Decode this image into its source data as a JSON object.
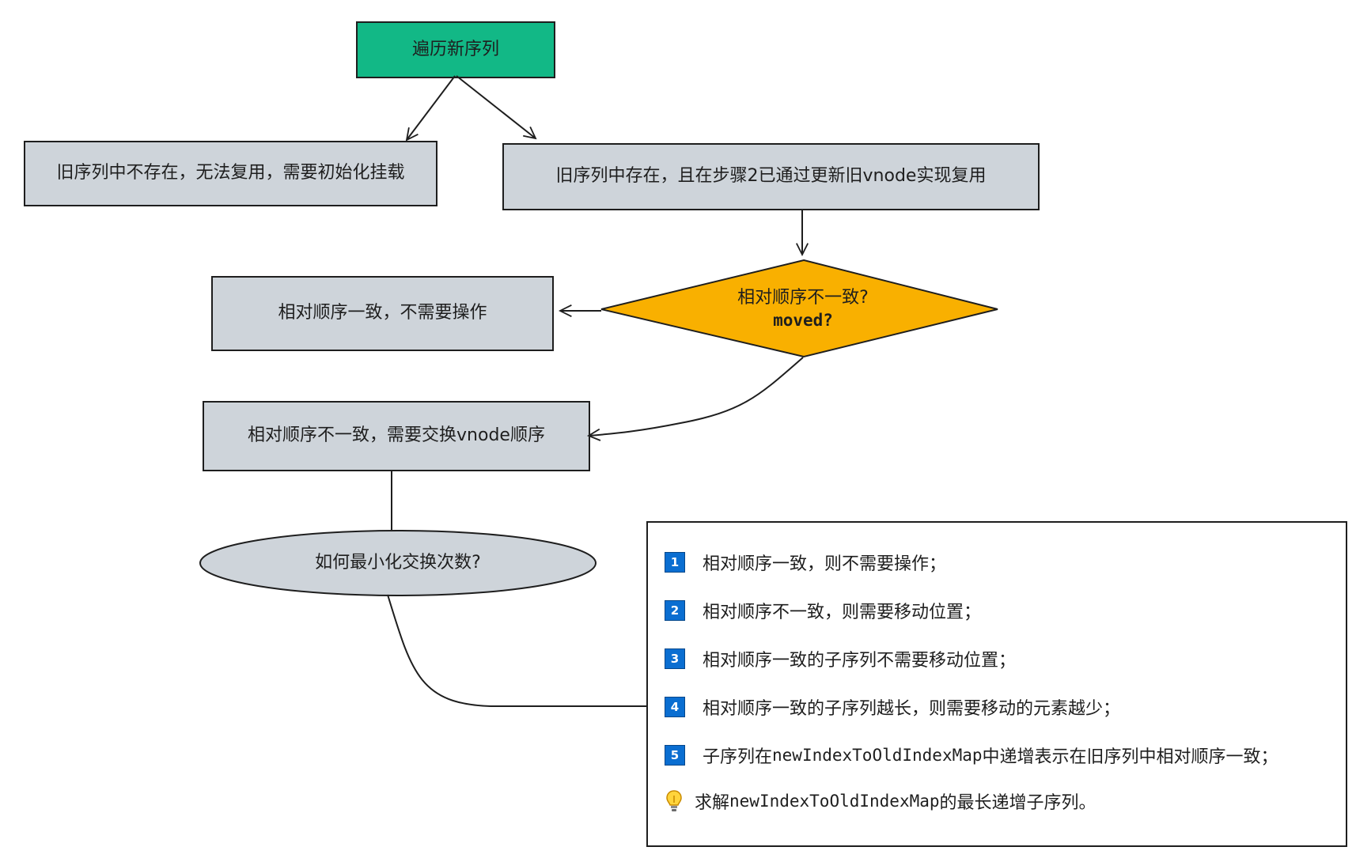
{
  "nodes": {
    "start": "遍历新序列",
    "not_exist": "旧序列中不存在，无法复用，需要初始化挂载",
    "exist": "旧序列中存在，且在步骤2已通过更新旧vnode实现复用",
    "decision_line1": "相对顺序不一致?",
    "decision_line2": "moved?",
    "consistent": "相对顺序一致，不需要操作",
    "inconsistent": "相对顺序不一致，需要交换vnode顺序",
    "minimize": "如何最小化交换次数?"
  },
  "notes": [
    {
      "badge": "1",
      "text": "相对顺序一致，则不需要操作；"
    },
    {
      "badge": "2",
      "text": "相对顺序不一致，则需要移动位置；"
    },
    {
      "badge": "3",
      "text": "相对顺序一致的子序列不需要移动位置；"
    },
    {
      "badge": "4",
      "text": "相对顺序一致的子序列越长，则需要移动的元素越少；"
    },
    {
      "badge": "5",
      "text_before": "子序列在",
      "code": "newIndexToOldIndexMap",
      "text_after": "中递增表示在旧序列中相对顺序一致；"
    }
  ],
  "tip": {
    "icon": "lightbulb-icon",
    "text_before": "求解",
    "code": "newIndexToOldIndexMap",
    "text_after": "的最长递增子序列。"
  },
  "colors": {
    "start_fill": "#12b886",
    "box_fill": "#ced4da",
    "decision_fill": "#f9b000",
    "badge_fill": "#0a6ed1",
    "stroke": "#1e1e1e"
  }
}
